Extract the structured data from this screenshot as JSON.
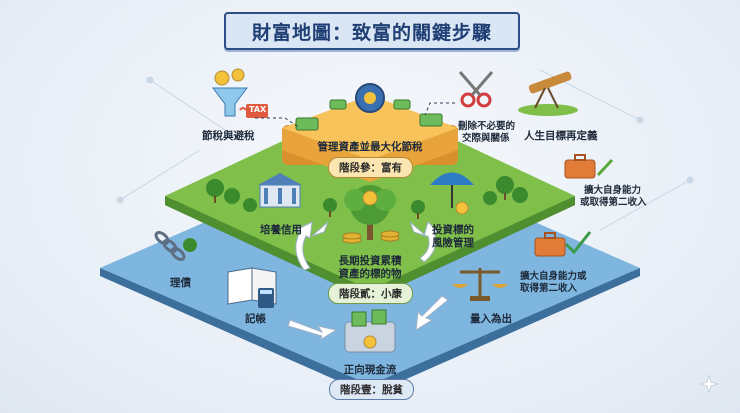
{
  "title": "財富地圖：致富的關鍵步驟",
  "stages": {
    "top": {
      "heading": "管理資產並最大化節稅",
      "badge": "階段參：富有"
    },
    "middle": {
      "heading_line1": "長期投資累積",
      "heading_line2": "資產的標的物",
      "badge": "階段貳：小康"
    },
    "bottom": {
      "heading": "正向現金流",
      "badge": "階段壹：脫貧"
    }
  },
  "labels": {
    "tax": "節稅與避稅",
    "tax_tag": "TAX",
    "delete_line1": "刪除不必要的",
    "delete_line2": "交際與關係",
    "goal": "人生目標再定義",
    "expand1_line1": "擴大自身能力",
    "expand1_line2": "或取得第二收入",
    "credit": "培養信用",
    "risk_line1": "投資標的",
    "risk_line2": "風險管理",
    "debt": "理債",
    "bookkeeping": "記帳",
    "expand2_line1": "擴大自身能力或",
    "expand2_line2": "取得第二收入",
    "balance": "量入為出"
  },
  "colors": {
    "title_border": "#2b4f86",
    "gold_layer": "#f0b44a",
    "green_layer": "#7fbf4a",
    "blue_layer": "#7fb6df",
    "arrow": "#ffffff"
  }
}
